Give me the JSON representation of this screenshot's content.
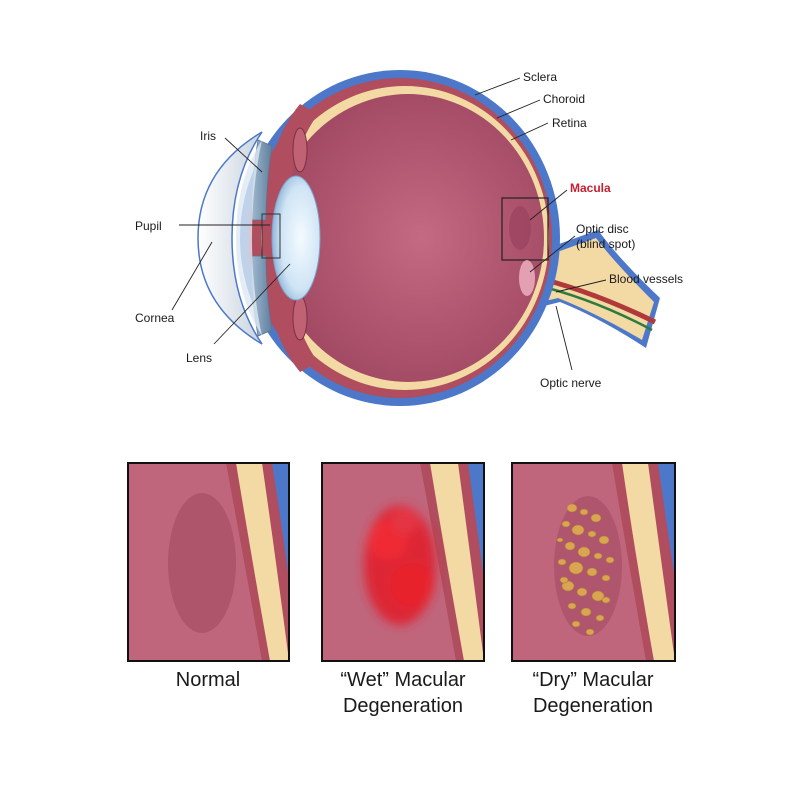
{
  "eye_diagram": {
    "labels": {
      "sclera": "Sclera",
      "choroid": "Choroid",
      "retina": "Retina",
      "macula": "Macula",
      "optic_disc_line1": "Optic disc",
      "optic_disc_line2": "(blind spot)",
      "blood_vessels": "Blood vessels",
      "optic_nerve": "Optic nerve",
      "iris": "Iris",
      "pupil": "Pupil",
      "cornea": "Cornea",
      "lens": "Lens"
    },
    "colors": {
      "sclera": "#4d78c9",
      "choroid": "#b04d5e",
      "retina": "#f3d9a3",
      "vitreous": "#b45a72",
      "lens": "#d6eaf8",
      "macula_label": "#c8202f"
    }
  },
  "panels": [
    {
      "id": "normal",
      "caption_line1": "Normal",
      "caption_line2": ""
    },
    {
      "id": "wet",
      "caption_line1": "“Wet” Macular",
      "caption_line2": "Degeneration"
    },
    {
      "id": "dry",
      "caption_line1": "“Dry” Macular",
      "caption_line2": "Degeneration"
    }
  ]
}
